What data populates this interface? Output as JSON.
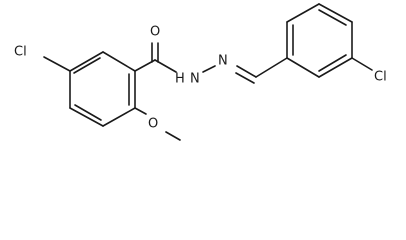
{
  "molecule": {
    "atoms": {
      "cl_left": "Cl",
      "carbonyl_o": "O",
      "nh": "H",
      "hn_n": "N",
      "imine_n": "N",
      "cl_right": "Cl",
      "ether_o": "O"
    }
  }
}
